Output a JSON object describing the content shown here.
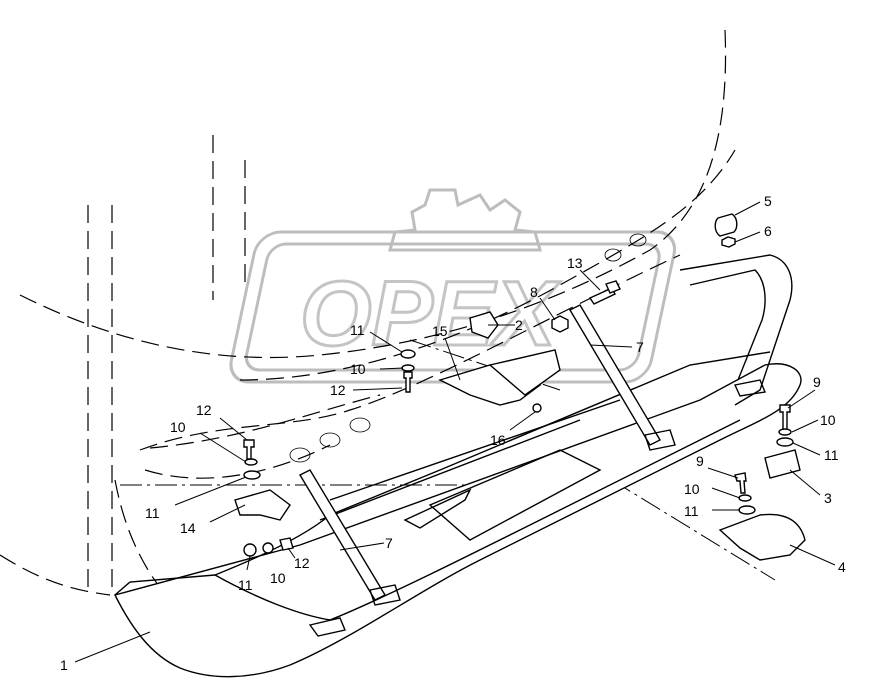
{
  "diagram": {
    "watermark": "OPEX",
    "labels": {
      "l1": "1",
      "l2": "2",
      "l3": "3",
      "l4": "4",
      "l5": "5",
      "l6": "6",
      "l7a": "7",
      "l7b": "7",
      "l8": "8",
      "l9a": "9",
      "l9b": "9",
      "l10a": "10",
      "l10b": "10",
      "l10c": "10",
      "l10d": "10",
      "l10e": "10",
      "l11a": "11",
      "l11b": "11",
      "l11c": "11",
      "l11d": "11",
      "l11e": "11",
      "l12a": "12",
      "l12b": "12",
      "l12c": "12",
      "l13": "13",
      "l14": "14",
      "l15": "15",
      "l16": "16"
    }
  }
}
